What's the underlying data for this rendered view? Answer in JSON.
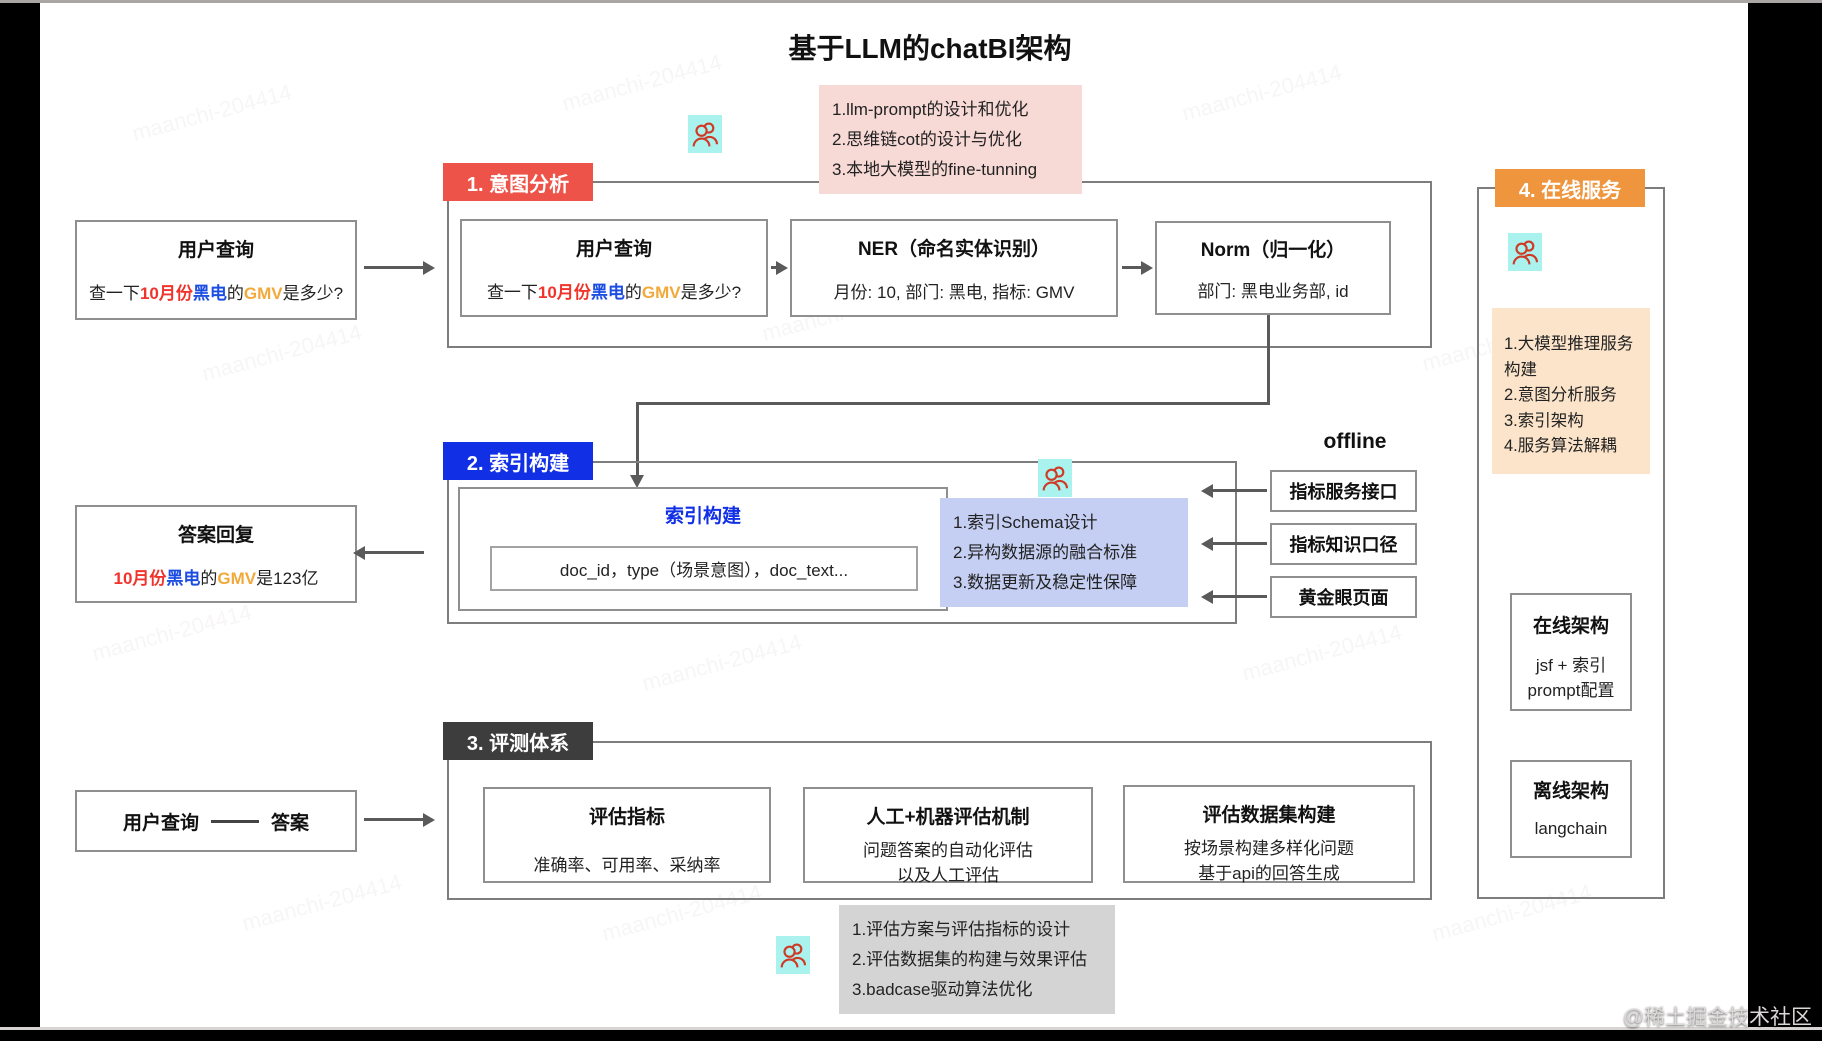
{
  "page": {
    "title": "基于LLM的chatBI架构",
    "watermark": "@稀土掘金技术社区",
    "diagonal_watermark": "maanchi-204414"
  },
  "colors": {
    "section1_red": "#ee5349",
    "section2_blue": "#1130e6",
    "section3_dark": "#3d3d3d",
    "section4_orange": "#ef953e",
    "note_pink": "#f7d9d6",
    "note_blue": "#c5cff3",
    "note_gray": "#d4d4d4",
    "note_orange": "#fbe4ca",
    "icon_bg_cyan": "#a9f2ee",
    "icon_stroke_red": "#cf3a26",
    "month_red": "#f0342b",
    "dept_blue": "#1d4ee2",
    "metric_orange": "#f2a93b"
  },
  "sections": {
    "s1": {
      "label": "1. 意图分析"
    },
    "s2": {
      "label": "2. 索引构建"
    },
    "s3": {
      "label": "3. 评测体系"
    },
    "s4": {
      "label": "4. 在线服务"
    }
  },
  "notes": {
    "llm": {
      "lines": [
        "1.llm-prompt的设计和优化",
        "2.思维链cot的设计与优化",
        "3.本地大模型的fine-tunning"
      ]
    },
    "index": {
      "lines": [
        "1.索引Schema设计",
        "2.异构数据源的融合标准",
        "3.数据更新及稳定性保障"
      ]
    },
    "eval": {
      "lines": [
        "1.评估方案与评估指标的设计",
        "2.评估数据集的构建与效果评估",
        "3.badcase驱动算法优化"
      ]
    },
    "online": {
      "lines": [
        "1.大模型推理服务构建",
        "2.意图分析服务",
        "3.索引架构",
        "4.服务算法解耦"
      ]
    }
  },
  "intent": {
    "user_query": {
      "title": "用户查询",
      "prefix": "查一下",
      "month": "10月份",
      "dept": "黑电",
      "mid": "的",
      "metric": "GMV",
      "suffix": "是多少?"
    },
    "ner": {
      "title": "NER（命名实体识别）",
      "content": "月份: 10, 部门: 黑电, 指标: GMV"
    },
    "norm": {
      "title": "Norm（归一化）",
      "content": "部门: 黑电业务部, id"
    }
  },
  "answer": {
    "title": "答案回复",
    "month": "10月份",
    "dept": "黑电",
    "mid": "的",
    "metric": "GMV",
    "suffix": "是123亿"
  },
  "pair": {
    "left": "用户查询",
    "right": "答案"
  },
  "index_section": {
    "box_title": "索引构建",
    "doc_schema": "doc_id，type（场景意图），doc_text...",
    "offline_label": "offline",
    "sources": [
      "指标服务接口",
      "指标知识口径",
      "黄金眼页面"
    ]
  },
  "eval_section": {
    "metrics": {
      "title": "评估指标",
      "content": "准确率、可用率、采纳率"
    },
    "mechanism": {
      "title": "人工+机器评估机制",
      "line1": "问题答案的自动化评估",
      "line2": "以及人工评估"
    },
    "dataset": {
      "title": "评估数据集构建",
      "line1": "按场景构建多样化问题",
      "line2": "基于api的回答生成"
    }
  },
  "online_section": {
    "online_arch": {
      "title": "在线架构",
      "line1": "jsf + 索引",
      "line2": "prompt配置"
    },
    "offline_arch": {
      "title": "离线架构",
      "line1": "langchain"
    }
  }
}
